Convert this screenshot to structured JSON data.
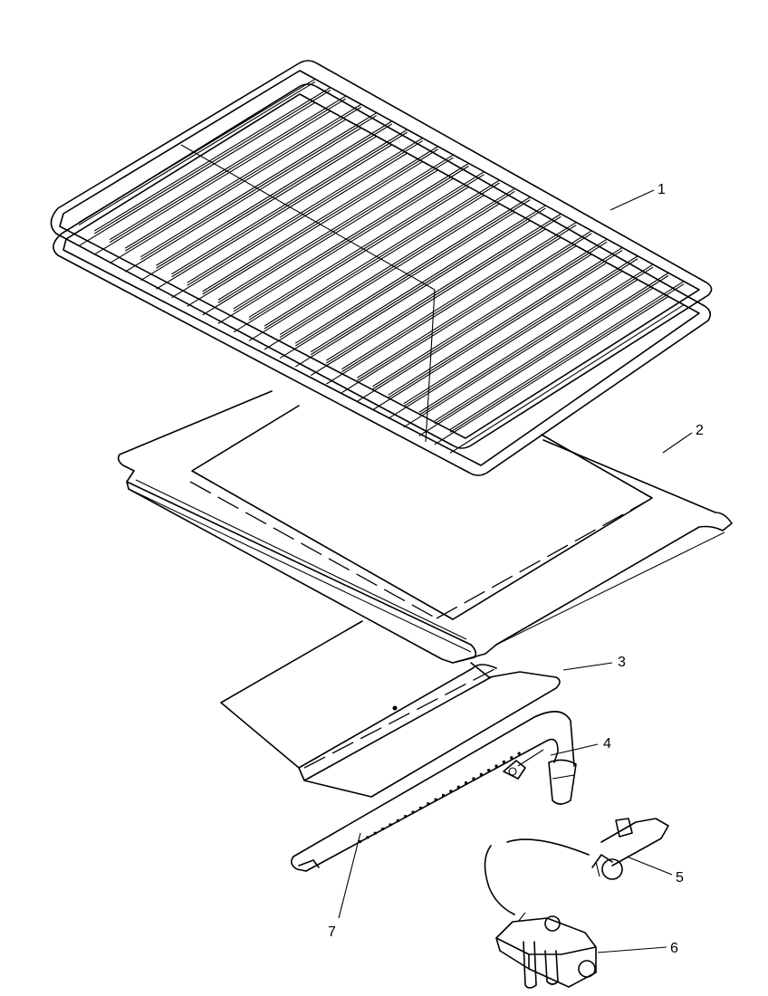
{
  "callouts": [
    {
      "id": "1",
      "label": "1"
    },
    {
      "id": "2",
      "label": "2"
    },
    {
      "id": "3",
      "label": "3"
    },
    {
      "id": "4",
      "label": "4"
    },
    {
      "id": "5",
      "label": "5"
    },
    {
      "id": "6",
      "label": "6"
    },
    {
      "id": "7",
      "label": "7"
    }
  ],
  "parts": [
    {
      "callout": "1",
      "icon": "oven-rack-icon"
    },
    {
      "callout": "2",
      "icon": "oven-bottom-panel-icon"
    },
    {
      "callout": "3",
      "icon": "burner-baffle-icon"
    },
    {
      "callout": "4",
      "icon": "igniter-bracket-icon"
    },
    {
      "callout": "5",
      "icon": "igniter-icon"
    },
    {
      "callout": "6",
      "icon": "gas-valve-icon"
    },
    {
      "callout": "7",
      "icon": "burner-tube-icon"
    }
  ]
}
